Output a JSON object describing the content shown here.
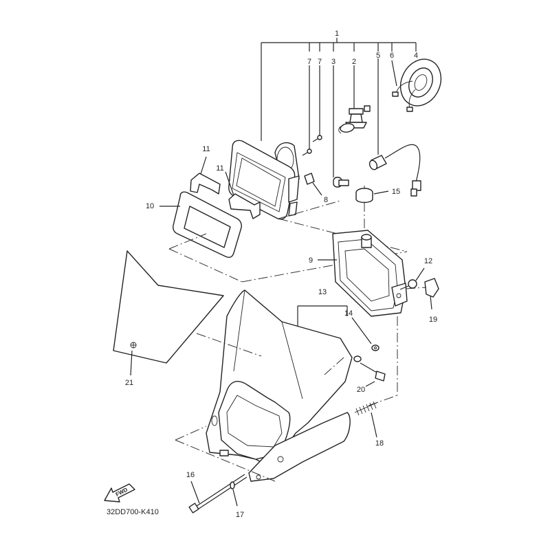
{
  "diagram": {
    "code": "32DD700-K410",
    "fwd_label": "FWD",
    "callouts": {
      "c1": "1",
      "c2": "2",
      "c3": "3",
      "c4": "4",
      "c5": "5",
      "c6": "6",
      "c7a": "7",
      "c7b": "7",
      "c8": "8",
      "c9": "9",
      "c10": "10",
      "c11a": "11",
      "c11b": "11",
      "c12": "12",
      "c13": "13",
      "c14": "14",
      "c15": "15",
      "c16": "16",
      "c17": "17",
      "c18": "18",
      "c19": "19",
      "c20": "20",
      "c21": "21"
    }
  }
}
